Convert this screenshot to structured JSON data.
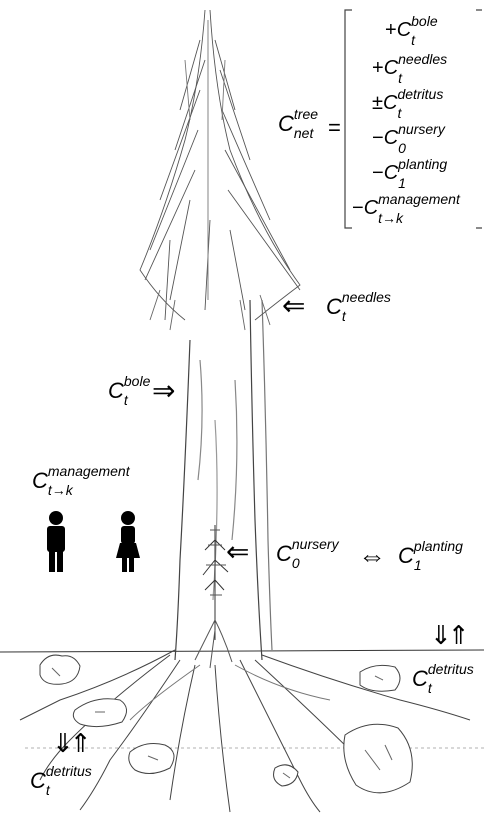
{
  "equation": {
    "lhs": {
      "base": "C",
      "sup": "tree",
      "sub": "net"
    },
    "equals": "=",
    "terms": [
      {
        "sign": "+",
        "base": "C",
        "sup": "bole",
        "sub": "t"
      },
      {
        "sign": "+",
        "base": "C",
        "sup": "needles",
        "sub": "t"
      },
      {
        "sign": "±",
        "base": "C",
        "sup": "detritus",
        "sub": "t"
      },
      {
        "sign": "−",
        "base": "C",
        "sup": "nursery",
        "sub": "0"
      },
      {
        "sign": "−",
        "base": "C",
        "sup": "planting",
        "sub": "1"
      },
      {
        "sign": "−",
        "base": "C",
        "sup": "management",
        "sub": "t→k"
      }
    ]
  },
  "labels": {
    "needles": {
      "base": "C",
      "sup": "needles",
      "sub": "t"
    },
    "bole": {
      "base": "C",
      "sup": "bole",
      "sub": "t"
    },
    "management": {
      "base": "C",
      "sup": "management",
      "sub": "t→k"
    },
    "nursery": {
      "base": "C",
      "sup": "nursery",
      "sub": "0"
    },
    "planting": {
      "base": "C",
      "sup": "planting",
      "sub": "1"
    },
    "detritus_right": {
      "base": "C",
      "sup": "detritus",
      "sub": "t"
    },
    "detritus_left": {
      "base": "C",
      "sup": "detritus",
      "sub": "t"
    }
  },
  "arrows": {
    "left_arrow": "⇐",
    "right_arrow": "⇒",
    "double_arrow": "⇔",
    "down_up": "⇓⇑"
  }
}
